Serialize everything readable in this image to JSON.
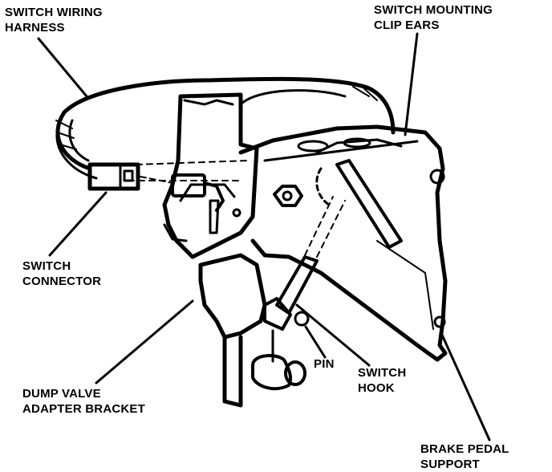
{
  "labels": {
    "switch_wiring_harness": [
      "SWITCH WIRING",
      "HARNESS"
    ],
    "switch_mounting_clip_ears": [
      "SWITCH MOUNTING",
      "CLIP EARS"
    ],
    "switch_connector": [
      "SWITCH",
      "CONNECTOR"
    ],
    "dump_valve_adapter_bracket": [
      "DUMP VALVE",
      "ADAPTER BRACKET"
    ],
    "pin": [
      "PIN"
    ],
    "switch_hook": [
      "SWITCH",
      "HOOK"
    ],
    "brake_pedal_support": [
      "BRAKE PEDAL",
      "SUPPORT"
    ]
  }
}
